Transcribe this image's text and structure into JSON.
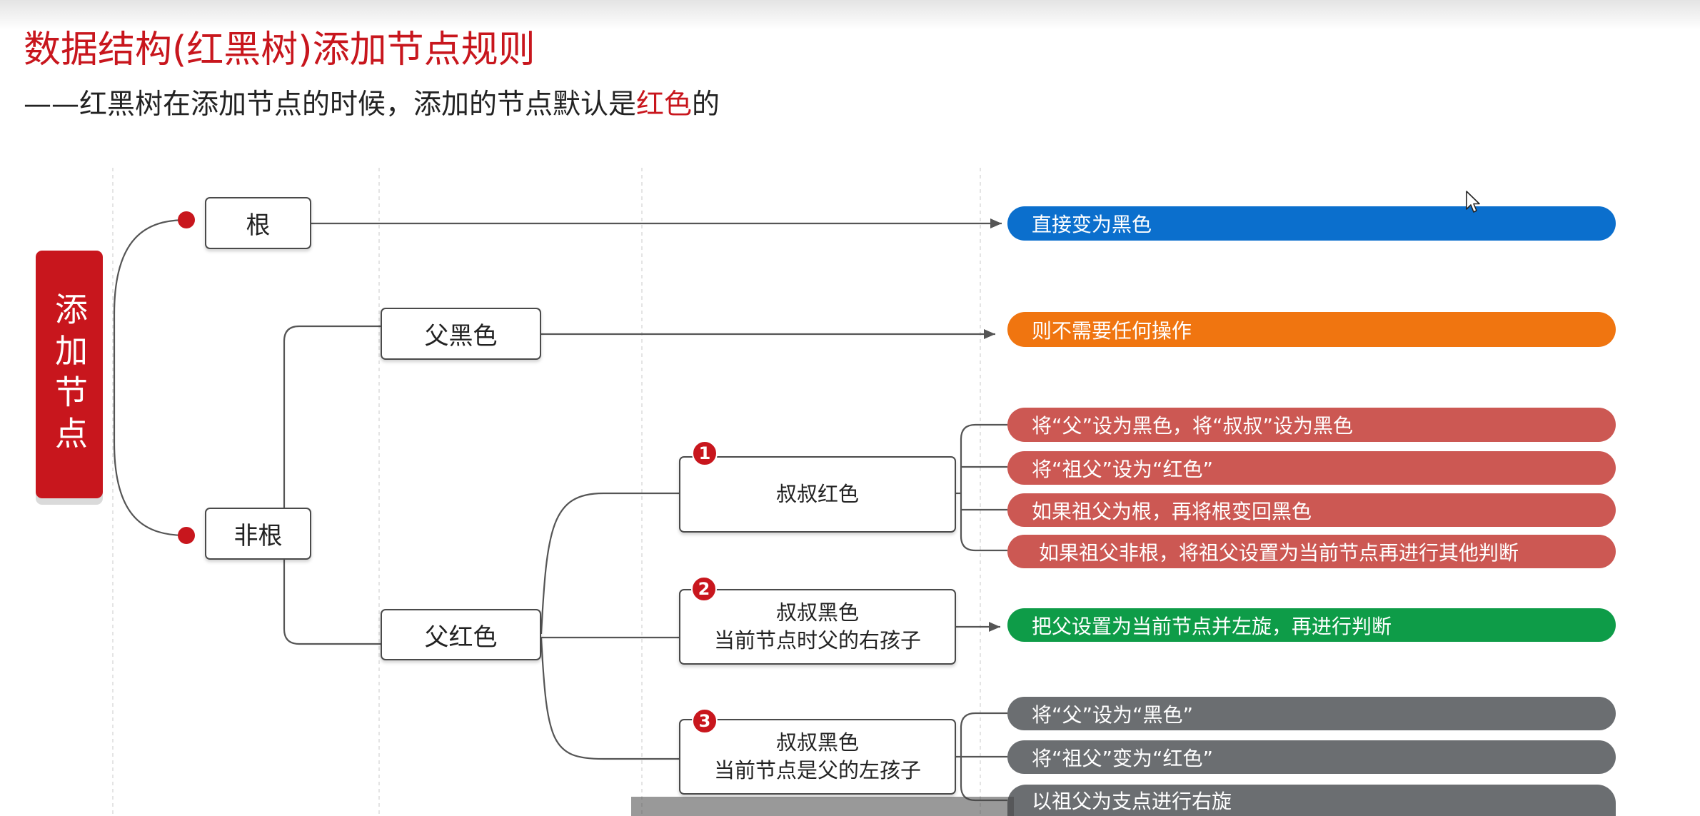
{
  "slide": {
    "title": "数据结构(红黑树)添加节点规则",
    "subtitle": {
      "prefix": "——红黑树在添加节点的时候，添加的节点默认是",
      "highlight": "红色",
      "suffix": "的"
    }
  },
  "diagram": {
    "root_label": "添加节点",
    "root": {
      "label": "根",
      "action": "直接变为黑色"
    },
    "non_root": {
      "label": "非根"
    },
    "parent_black": {
      "label": "父黑色",
      "action": "则不需要任何操作"
    },
    "parent_red": {
      "label": "父红色"
    },
    "cases": [
      {
        "badge": "1",
        "lines": [
          "叔叔红色"
        ],
        "actions": [
          "将“父”设为黑色，将“叔叔”设为黑色",
          "将“祖父”设为“红色”",
          "如果祖父为根，再将根变回黑色",
          "如果祖父非根，将祖父设置为当前节点再进行其他判断"
        ]
      },
      {
        "badge": "2",
        "lines": [
          "叔叔黑色",
          "当前节点时父的右孩子"
        ],
        "actions": [
          "把父设置为当前节点并左旋，再进行判断"
        ]
      },
      {
        "badge": "3",
        "lines": [
          "叔叔黑色",
          "当前节点是父的左孩子"
        ],
        "actions": [
          "将“父”设为“黑色”",
          "将“祖父”变为“红色”",
          "以祖父为支点进行右旋"
        ]
      }
    ]
  },
  "colors": {
    "accent_red": "#c8161d",
    "action_blue": "#0b6fcd",
    "action_orange": "#f07510",
    "action_red": "#cc5853",
    "action_green": "#0e9c48",
    "action_gray": "#6b6e71"
  },
  "cursor": {
    "icon": "mouse-pointer"
  }
}
